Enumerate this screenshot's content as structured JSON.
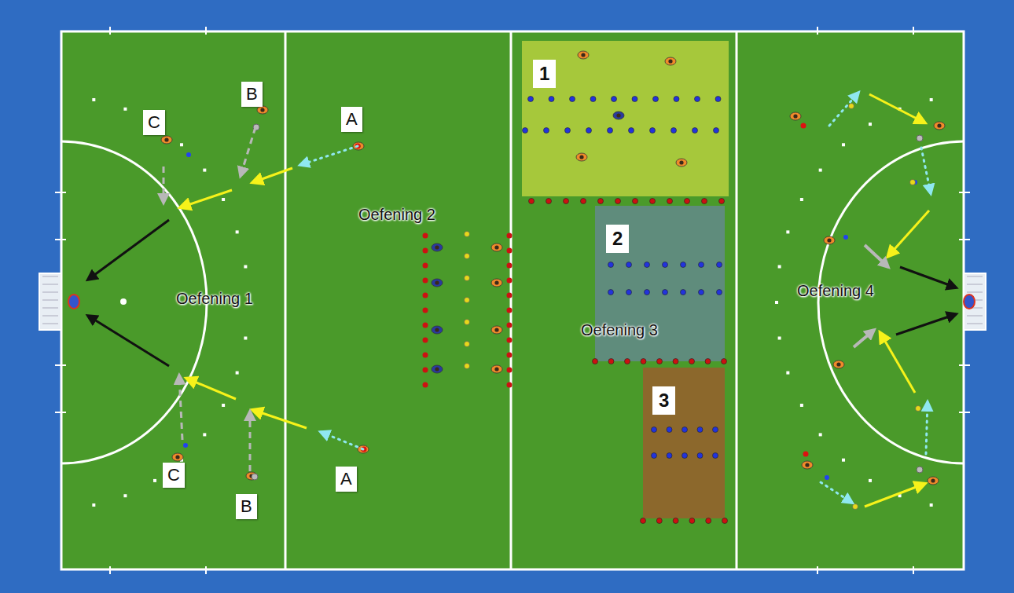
{
  "diagram": {
    "nodes": [
      {
        "text": [
          "C"
        ]
      },
      {
        "text": [
          "B"
        ]
      },
      {
        "text": [
          "A"
        ]
      },
      {
        "text": [
          "C"
        ]
      },
      {
        "text": [
          "B"
        ]
      },
      {
        "text": [
          "A"
        ]
      },
      {
        "text": [
          "1"
        ]
      },
      {
        "text": [
          "2"
        ]
      },
      {
        "text": [
          "3"
        ]
      }
    ],
    "labels": [
      "Oefening 1",
      "Oefening 2",
      "Oefening 3",
      "Oefening 4"
    ]
  }
}
